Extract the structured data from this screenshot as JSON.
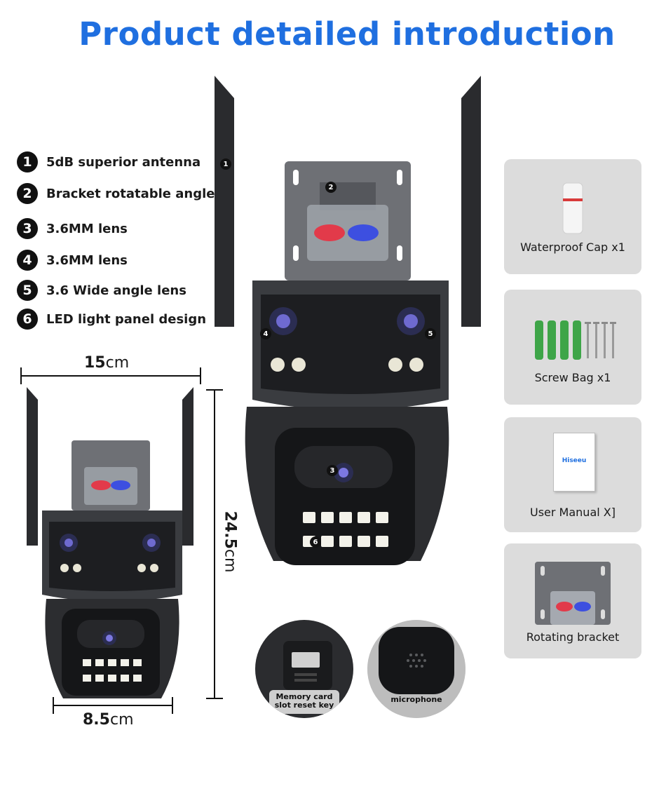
{
  "title": "Product detailed introduction",
  "features": [
    {
      "num": "1",
      "text": "5dB superior antenna"
    },
    {
      "num": "2",
      "text": "Bracket rotatable angle"
    },
    {
      "num": "3",
      "text": "3.6MM lens"
    },
    {
      "num": "4",
      "text": "3.6MM lens"
    },
    {
      "num": "5",
      "text": "3.6 Wide angle lens"
    },
    {
      "num": "6",
      "text": "LED light panel design"
    }
  ],
  "dimensions": {
    "width_value": "15",
    "width_unit": "cm",
    "height_value": "24.5",
    "height_unit": "cm",
    "depth_value": "8.5",
    "depth_unit": "cm"
  },
  "accessories": [
    {
      "label": "Waterproof Cap x1",
      "icon": "waterproof-cap-icon"
    },
    {
      "label": "Screw Bag x1",
      "icon": "screw-bag-icon"
    },
    {
      "label": "User Manual X]",
      "icon": "user-manual-icon",
      "brand": "Hiseeu"
    },
    {
      "label": "Rotating bracket",
      "icon": "rotating-bracket-icon"
    }
  ],
  "details": [
    {
      "label_line1": "Memory card",
      "label_line2": "slot reset key",
      "icon": "memory-card-slot-icon"
    },
    {
      "label_line1": "microphone",
      "label_line2": "",
      "icon": "microphone-icon"
    }
  ],
  "colors": {
    "title": "#1f6fe0",
    "camera_body": "#3a3c40",
    "camera_dark": "#1b1c1f",
    "card_bg": "#dcdcdc"
  }
}
